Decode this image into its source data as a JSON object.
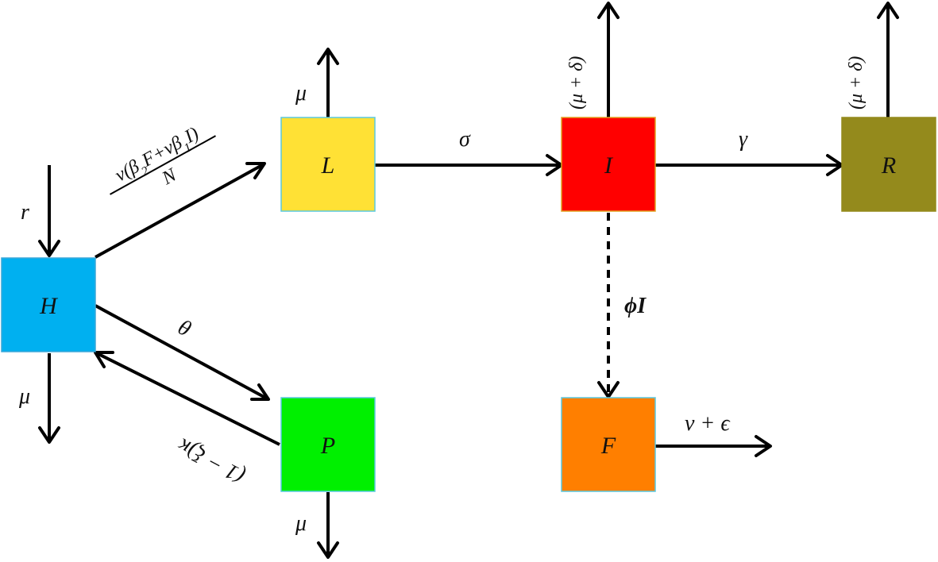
{
  "compartments": {
    "H": {
      "label": "H",
      "color": "#00b0f0"
    },
    "L": {
      "label": "L",
      "color": "#ffe135"
    },
    "I": {
      "label": "I",
      "color": "#ff0000"
    },
    "R": {
      "label": "R",
      "color": "#948a1c"
    },
    "P": {
      "label": "P",
      "color": "#00f000"
    },
    "F": {
      "label": "F",
      "color": "#ff7f00"
    }
  },
  "rates": {
    "recruitment": "r",
    "death_H": "μ",
    "death_L": "μ",
    "death_P": "μ",
    "death_I": "(μ + δ)",
    "death_R": "(μ + δ)",
    "infection_numerator_pre": "ν(β",
    "infection_numerator_sub1": "2",
    "infection_numerator_mid": "F+νβ",
    "infection_numerator_sub2": "1",
    "infection_numerator_post": "I)",
    "infection_denominator": "N",
    "latent_to_infected": "σ",
    "recovery": "γ",
    "shedding": "ϕI",
    "protection": "θ",
    "waning": "(1 − ξ)κ",
    "F_decay": "ν + ϵ"
  }
}
